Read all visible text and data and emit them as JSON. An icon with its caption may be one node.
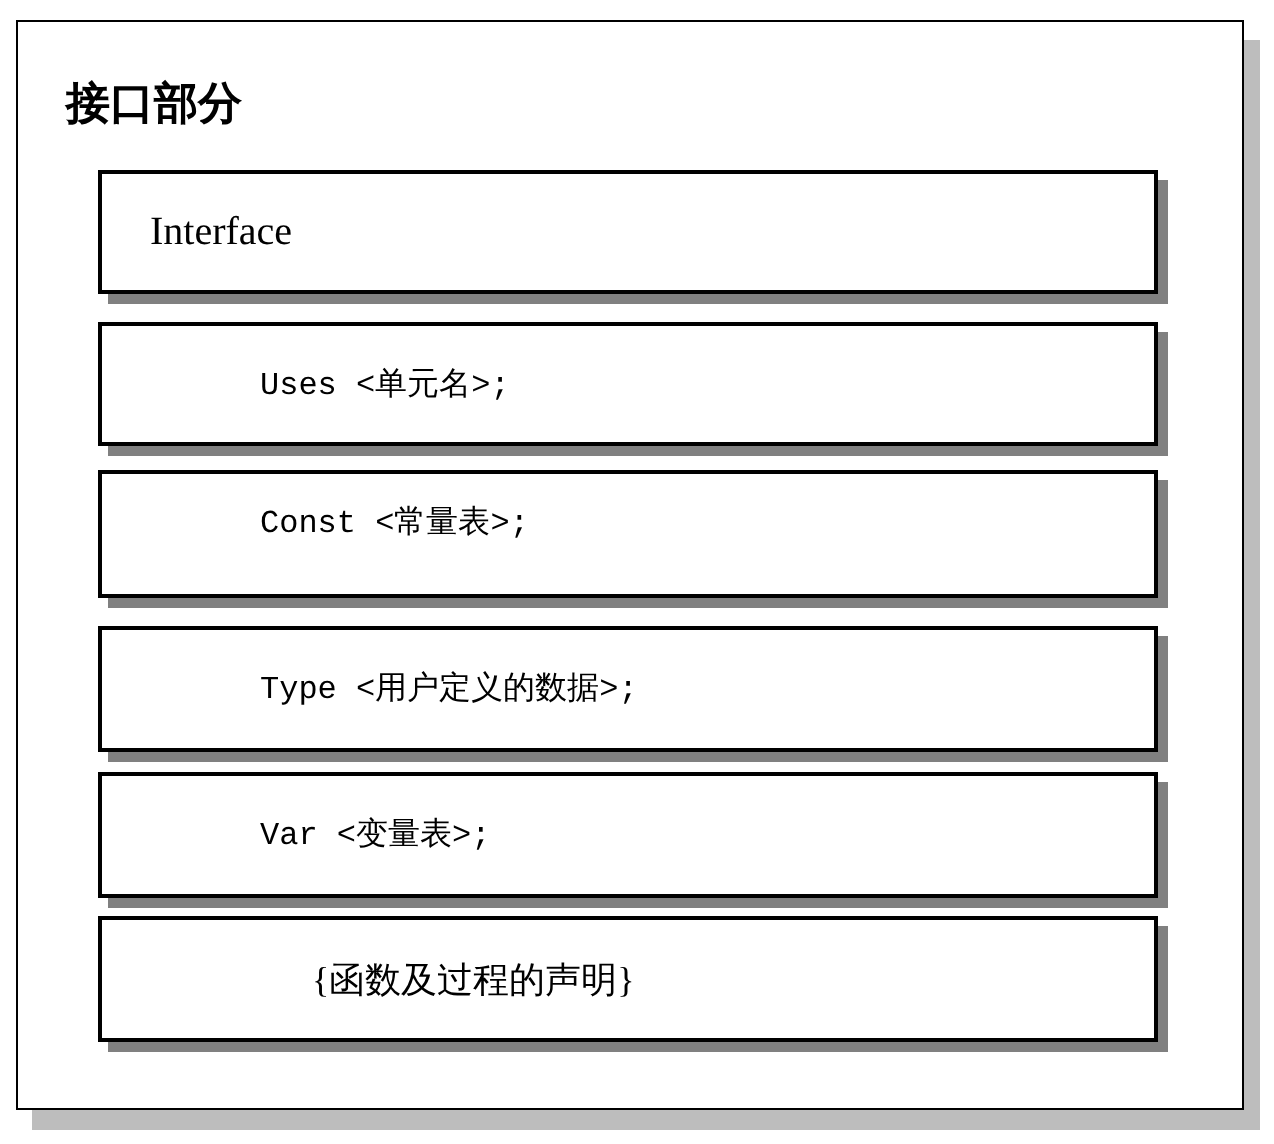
{
  "diagram": {
    "nodes": [
      {
        "text": [
          "接口部分"
        ]
      },
      {
        "text": [
          "Interface"
        ],
        "in": 0
      },
      {
        "text": [
          "Uses <单元名>;"
        ],
        "in": 0
      },
      {
        "text": [
          "Const <常量表>;"
        ],
        "in": 0
      },
      {
        "text": [
          "Type <用户定义的数据>;"
        ],
        "in": 0
      },
      {
        "text": [
          "Var <变量表>;"
        ],
        "in": 0
      },
      {
        "text": [
          "{函数及过程的声明}"
        ],
        "in": 0
      }
    ]
  }
}
